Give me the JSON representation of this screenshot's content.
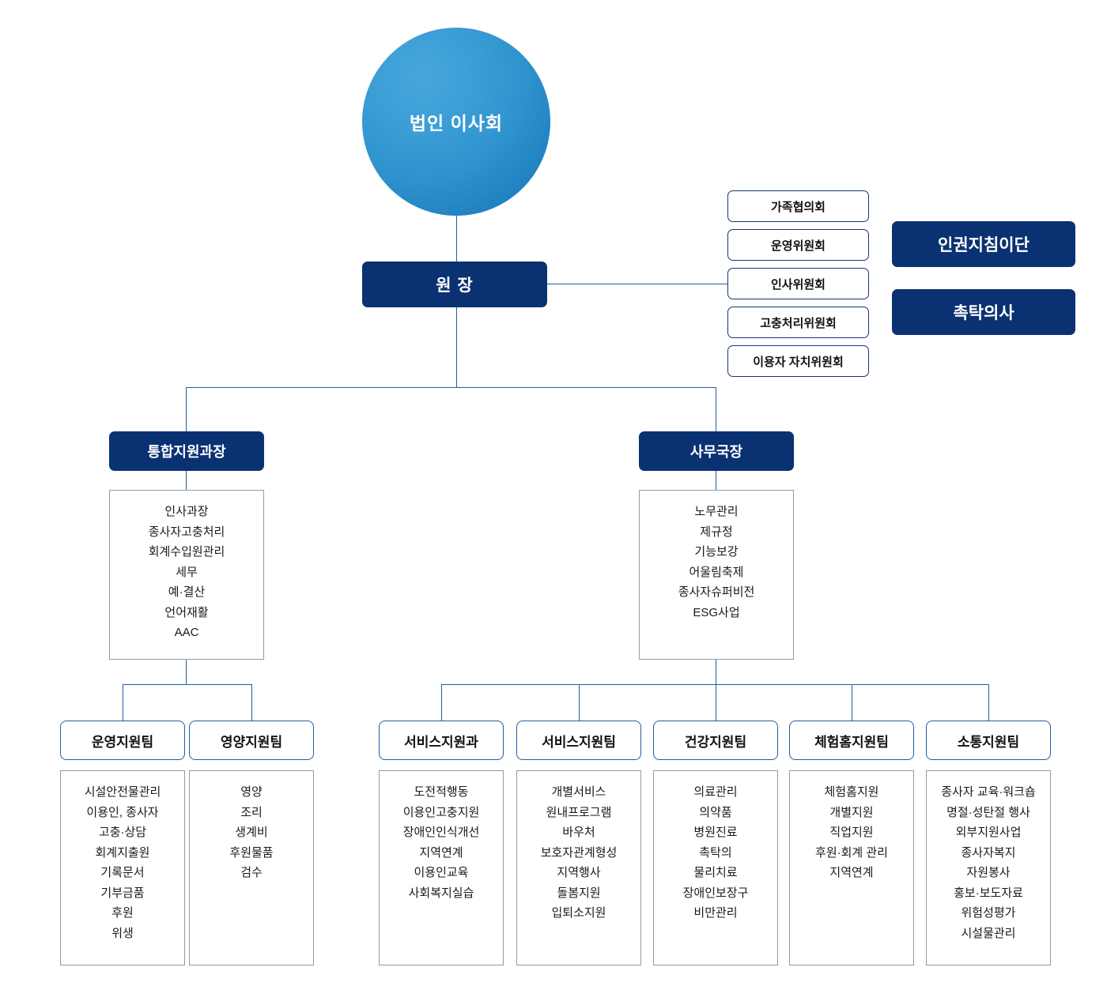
{
  "root": {
    "label": "법인 이사회"
  },
  "director": {
    "label": "원   장"
  },
  "committees": [
    {
      "label": "가족협의회"
    },
    {
      "label": "운영위원회"
    },
    {
      "label": "인사위원회"
    },
    {
      "label": "고충처리위원회"
    },
    {
      "label": "이용자 자치위원회"
    }
  ],
  "side_units": [
    {
      "label": "인권지침이단"
    },
    {
      "label": "촉탁의사"
    }
  ],
  "departments": [
    {
      "label": "통합지원과장",
      "items": [
        "인사과장",
        "종사자고충처리",
        "회계수입원관리",
        "세무",
        "예·결산",
        "언어재활",
        "AAC"
      ]
    },
    {
      "label": "사무국장",
      "items": [
        "노무관리",
        "제규정",
        "기능보강",
        "어울림축제",
        "종사자슈퍼비전",
        "ESG사업"
      ]
    }
  ],
  "teams": [
    {
      "label": "운영지원팀",
      "items": [
        "시설안전물관리",
        "이용인, 종사자",
        "고충·상담",
        "회계지출원",
        "기록문서",
        "기부금품",
        "후원",
        "위생"
      ]
    },
    {
      "label": "영양지원팀",
      "items": [
        "영양",
        "조리",
        "생계비",
        "후원물품",
        "검수"
      ]
    },
    {
      "label": "서비스지원과",
      "items": [
        "도전적행동",
        "이용인고충지원",
        "장애인인식개선",
        "지역연계",
        "이용인교육",
        "사회복지실습"
      ]
    },
    {
      "label": "서비스지원팀",
      "items": [
        "개별서비스",
        "원내프로그램",
        "바우처",
        "보호자관계형성",
        "지역행사",
        "돌봄지원",
        "입퇴소지원"
      ]
    },
    {
      "label": "건강지원팀",
      "items": [
        "의료관리",
        "의약품",
        "병원진료",
        "촉탁의",
        "물리치료",
        "장애인보장구",
        "비만관리"
      ]
    },
    {
      "label": "체험홈지원팀",
      "items": [
        "체험홈지원",
        "개별지원",
        "직업지원",
        "후원·회계 관리",
        "지역연계"
      ]
    },
    {
      "label": "소통지원팀",
      "items": [
        "종사자 교육·워크숍",
        "명절·성탄절 행사",
        "외부지원사업",
        "종사자복지",
        "자원봉사",
        "홍보·보도자료",
        "위험성평가",
        "시설물관리"
      ]
    }
  ],
  "colors": {
    "navy": "#0A3272",
    "line_blue": "#1F5FA0",
    "circle_blue": "#2E92CE",
    "detail_border": "#999999"
  }
}
